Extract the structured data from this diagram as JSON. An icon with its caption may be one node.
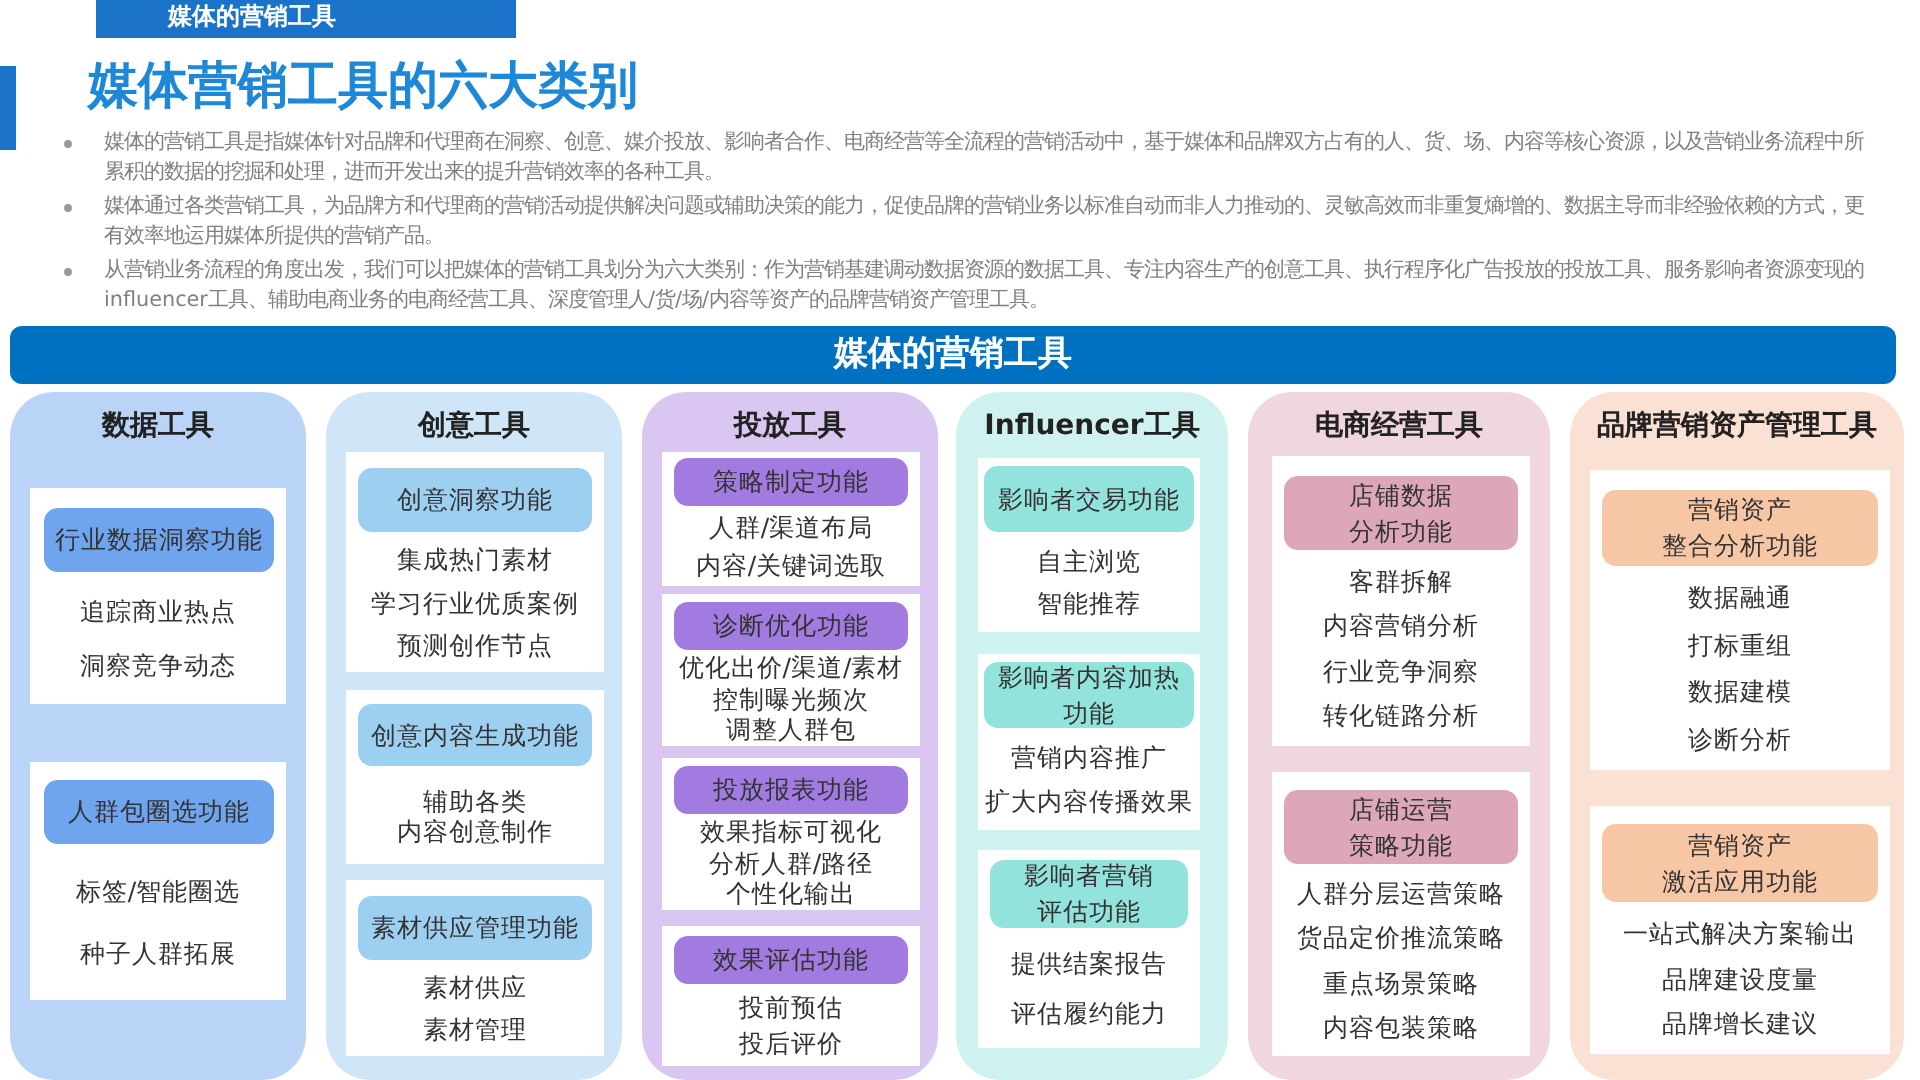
{
  "diagram": {
    "title": "媒体营销工具的六大类别",
    "nodes": [
      {
        "text": [
          "媒体的营销工具"
        ]
      },
      {
        "text": [
          "数据工具"
        ]
      },
      {
        "text": [
          "追踪商业热点",
          "洞察竞争动态"
        ],
        "in": 1
      },
      {
        "text": [
          "行业数据洞察功能"
        ],
        "in": 2
      },
      {
        "text": [
          "标签/智能圈选",
          "种子人群拓展"
        ],
        "in": 1
      },
      {
        "text": [
          "人群包圈选功能"
        ],
        "in": 4
      },
      {
        "text": [
          "创意工具"
        ]
      },
      {
        "text": [
          "集成热门素材",
          "学习行业优质案例",
          "预测创作节点"
        ],
        "in": 6
      },
      {
        "text": [
          "创意洞察功能"
        ],
        "in": 7
      },
      {
        "text": [
          "辅助各类内容创意制作"
        ],
        "in": 6
      },
      {
        "text": [
          "创意内容生成功能"
        ],
        "in": 9
      },
      {
        "text": [
          "素材供应",
          "素材管理"
        ],
        "in": 6
      },
      {
        "text": [
          "素材供应管理功能"
        ],
        "in": 11
      },
      {
        "text": [
          "投放工具"
        ]
      },
      {
        "text": [
          "人群/渠道布局",
          "内容/关键词选取"
        ],
        "in": 13
      },
      {
        "text": [
          "策略制定功能"
        ],
        "in": 14
      },
      {
        "text": [
          "优化出价/渠道/素材",
          "控制曝光频次",
          "调整人群包"
        ],
        "in": 13
      },
      {
        "text": [
          "诊断优化功能"
        ],
        "in": 16
      },
      {
        "text": [
          "效果指标可视化",
          "分析人群/路径",
          "个性化输出"
        ],
        "in": 13
      },
      {
        "text": [
          "投放报表功能"
        ],
        "in": 18
      },
      {
        "text": [
          "投前预估",
          "投后评价"
        ],
        "in": 13
      },
      {
        "text": [
          "效果评估功能"
        ],
        "in": 20
      },
      {
        "text": [
          "Influencer工具"
        ]
      },
      {
        "text": [
          "自主浏览",
          "智能推荐"
        ],
        "in": 22
      },
      {
        "text": [
          "影响者交易功能"
        ],
        "in": 23
      },
      {
        "text": [
          "营销内容推广",
          "扩大内容传播效果"
        ],
        "in": 22
      },
      {
        "text": [
          "影响者内容加热功能"
        ],
        "in": 25
      },
      {
        "text": [
          "提供结案报告",
          "评估履约能力"
        ],
        "in": 22
      },
      {
        "text": [
          "影响者营销评估功能"
        ],
        "in": 27
      },
      {
        "text": [
          "电商经营工具"
        ]
      },
      {
        "text": [
          "客群拆解",
          "内容营销分析",
          "行业竞争洞察",
          "转化链路分析"
        ],
        "in": 29
      },
      {
        "text": [
          "店铺数据分析功能"
        ],
        "in": 30
      },
      {
        "text": [
          "人群分层运营策略",
          "货品定价推流策略",
          "重点场景策略",
          "内容包装策略"
        ],
        "in": 29
      },
      {
        "text": [
          "店铺运营策略功能"
        ],
        "in": 32
      },
      {
        "text": [
          "品牌营销资产管理工具"
        ]
      },
      {
        "text": [
          "数据融通",
          "打标重组",
          "数据建模",
          "诊断分析"
        ],
        "in": 34
      },
      {
        "text": [
          "营销资产整合分析功能"
        ],
        "in": 35
      },
      {
        "text": [
          "一站式解决方案输出",
          "品牌建设度量",
          "品牌增长建议"
        ],
        "in": 34
      },
      {
        "text": [
          "营销资产激活应用功能"
        ],
        "in": 37
      }
    ],
    "labels": [
      "媒体的营销工具",
      "媒体的营销工具是指媒体针对品牌和代理商在洞察、创意、媒介投放、影响者合作、电商经营等全流程的营销活动中，基于媒体和品牌双方占有的人、货、场、内容等核心资源，以及营销业务流程中所累积的数据的挖掘和处理，进而开发出来的提升营销效率的各种工具。",
      "媒体通过各类营销工具，为品牌方和代理商的营销活动提供解决问题或辅助决策的能力，促使品牌的营销业务以标准自动而非人力推动的、灵敏高效而非重复熵增的、数据主导而非经验依赖的方式，更有效率地运用媒体所提供的营销产品。",
      "从营销业务流程的角度出发，我们可以把媒体的营销工具划分为六大类别：作为营销基建调动数据资源的数据工具、专注内容生产的创意工具、执行程序化广告投放的投放工具、服务影响者资源变现的influencer工具、辅助电商业务的电商经营工具、深度管理人/货/场/内容等资产的品牌营销资产管理工具。"
    ]
  }
}
